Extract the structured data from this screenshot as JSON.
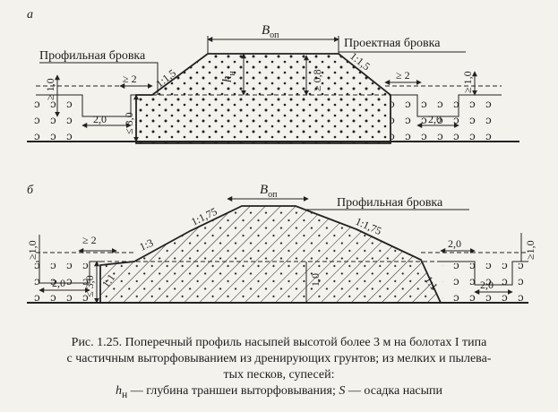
{
  "panels": {
    "a": {
      "letter": "а",
      "left_edge_label": "Профильная бровка",
      "right_edge_label": "Проектная бровка",
      "top_width_label": "B",
      "top_width_sub": "оп",
      "left_slope": "1:1,5",
      "right_slope": "1:1,5",
      "height_label": "h",
      "height_sub": "н",
      "depth_label": "≥ 0,8",
      "left_berm": "≥ 2",
      "right_berm": "≥ 2",
      "left_ditch_width": "2,0",
      "right_ditch_width": "2,0",
      "left_ditch_depth": "≥ 1,0",
      "right_ditch_depth": "≥ 1,0",
      "trench_depth": "≤ 3,0"
    },
    "b": {
      "letter": "б",
      "right_edge_label": "Профильная бровка",
      "top_width_label": "B",
      "top_width_sub": "оп",
      "left_outer_slope": "1:3",
      "left_inner_slope": "1:1,75",
      "right_slope": "1:1,75",
      "trench_slope_left": "1:1",
      "trench_slope_right": "1:1",
      "left_berm": "≥ 2",
      "left_ditch_width": "2,0",
      "right_ditch_width_top": "2,0",
      "right_ditch_width_bottom": "2,0",
      "left_ditch_depth": "≥1,0",
      "right_ditch_depth": "≥1,0",
      "trench_depth": "≤ 3,0",
      "center_depth": "1,0"
    }
  },
  "caption": {
    "line1": "Рис. 1.25. Поперечный профиль насыпей высотой более 3 м на болотах I типа",
    "line2": "с частичным выторфовыванием из дренирующих грунтов; из мелких и пылева-",
    "line3": "тых песков, супесей:",
    "legend_h": "h",
    "legend_h_sub": "н",
    "legend_rest": " — глубина траншеи выторфовывания; ",
    "legend_s": "S",
    "legend_s_rest": " — осадка насыпи"
  }
}
